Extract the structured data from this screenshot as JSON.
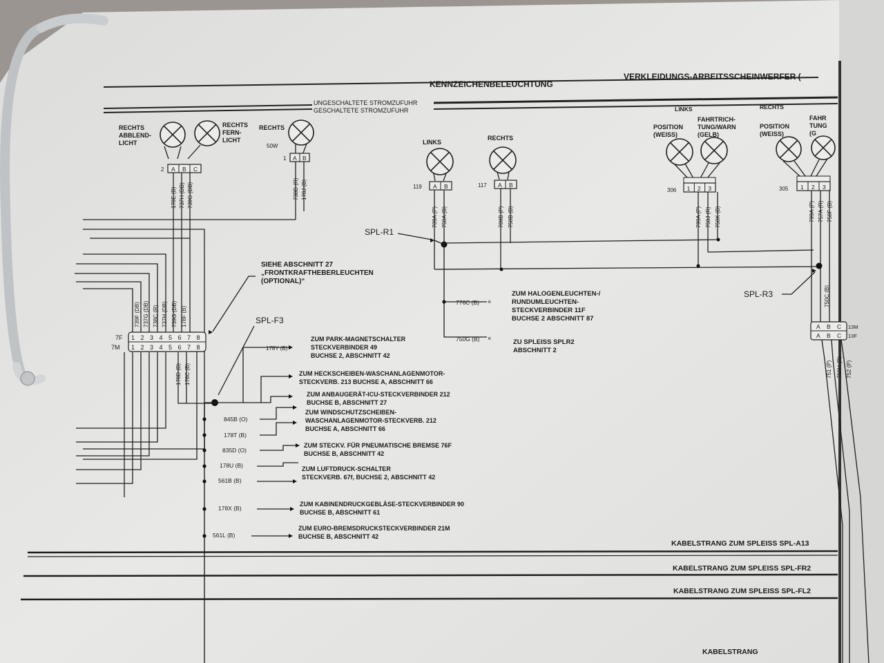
{
  "headers": {
    "center": "KENNZEICHENBELEUCHTUNG",
    "right": "VERKLEIDUNGS-ARBEITSSCHEINWERFER (",
    "supply_unswitched": "UNGESCHALTETE STROMZUFUHR",
    "supply_switched": "GESCHALTETE STROMZUFUHR"
  },
  "headlamps": {
    "low_beam": [
      "RECHTS",
      "ABBLEND-",
      "LICHT"
    ],
    "high_beam": [
      "RECHTS",
      "FERN-",
      "LICHT"
    ],
    "right": "RECHTS",
    "watt": "50W",
    "conn2_num": "2",
    "conn1_num": "1",
    "wires_abc": [
      "178E (B)",
      "737H (DB)",
      "739G (DB)"
    ],
    "wires_ab": [
      "738D (R)",
      "178J (B)"
    ]
  },
  "plate_lamps": {
    "left": "LINKS",
    "right": "RECHTS",
    "left_num": "119",
    "right_num": "117",
    "left_wires": [
      "709A (P)",
      "750A (B)"
    ],
    "right_wires": [
      "709B (P)",
      "750B (B)"
    ]
  },
  "work_lamps": {
    "links": "LINKS",
    "rechts": "RECHTS",
    "pos_left": [
      "POSITION",
      "(WEISS)"
    ],
    "turn_left": [
      "FAHRTRICH-",
      "TUNG/WARN",
      "(GELB)"
    ],
    "pos_right": [
      "POSITION",
      "(WEISS)"
    ],
    "turn_right": [
      "FAHR",
      "TUNG",
      "(G"
    ],
    "conn306": "306",
    "conn305": "305",
    "wires306": [
      "799A (P)",
      "750J (R)",
      "750K (B)"
    ],
    "wires305": [
      "799A (P)",
      "757A (R)",
      "750F (B)"
    ]
  },
  "pins": [
    "1",
    "2",
    "3",
    "4",
    "5",
    "6",
    "7",
    "8"
  ],
  "abc": [
    "A",
    "B",
    "C"
  ],
  "ab": [
    "A",
    "B"
  ],
  "n123": [
    "1",
    "2",
    "3"
  ],
  "connector_7f": "7F",
  "connector_7m": "7M",
  "conn_13m": "13M",
  "conn_13f": "13F",
  "conn7_wires": [
    "739F (DB)",
    "737G (DB)",
    "738C (R)",
    "737H (DB)",
    "739G (DB)",
    "178F (B)"
  ],
  "conn7_lower_wires": [
    "178D (B)",
    "178C (B)"
  ],
  "see_note": [
    "SIEHE ABSCHNITT 27",
    "„FRONTKRAFTHEBERLEUCHTEN",
    "(OPTIONAL)“"
  ],
  "splices": {
    "r1": "SPL-R1",
    "f3": "SPL-F3",
    "r3": "SPL-R3"
  },
  "r_branch": [
    {
      "wire": "776C (B)",
      "lines": [
        "ZUM HALOGENLEUCHTEN-/",
        "RUNDUMLEUCHTEN-",
        "STECKVERBINDER 11F",
        "BUCHSE 2 ABSCHNITT 87"
      ]
    },
    {
      "wire": "750G (B)",
      "lines": [
        "ZU SPLEISS SPLR2",
        "ABSCHNITT 2"
      ]
    }
  ],
  "f3_branches": [
    {
      "wire": "178Y (B)",
      "lines": [
        "ZUM PARK-MAGNETSCHALTER",
        "STECKVERBINDER 49",
        "BUCHSE 2, ABSCHNITT 42"
      ]
    },
    {
      "wire": "",
      "lines": [
        "ZUM HECKSCHEIBEN-WASCHANLAGENMOTOR-",
        "STECKVERB. 213 BUCHSE A, ABSCHNITT 66"
      ]
    },
    {
      "wire": "",
      "lines": [
        "ZUM ANBAUGERÄT-ICU-STECKVERBINDER 212",
        "BUCHSE B, ABSCHNITT 27"
      ]
    },
    {
      "wire": "845B (O)",
      "lines": []
    },
    {
      "wire": "178T (B)",
      "lines": [
        "ZUM WINDSCHUTZSCHEIBEN-",
        "WASCHANLAGENMOTOR-STECKVERB. 212",
        "BUCHSE A, ABSCHNITT 66"
      ]
    },
    {
      "wire": "835D (O)",
      "lines": [
        "ZUM STECKV. FÜR PNEUMATISCHE BREMSE 76F",
        "BUCHSE B, ABSCHNITT 42"
      ]
    },
    {
      "wire": "178U (B)",
      "lines": []
    },
    {
      "wire": "561B (B)",
      "lines": [
        "ZUM LUFTDRUCK-SCHALTER",
        "STECKVERB. 67f, BUCHSE 2,  ABSCHNITT 42"
      ]
    },
    {
      "wire": "178X (B)",
      "lines": [
        "ZUM KABINENDRUCKGEBLÄSE-STECKVERBINDER 90",
        "BUCHSE B, ABSCHNITT 61"
      ]
    },
    {
      "wire": "561L (B)",
      "lines": [
        "ZUM EURO-BREMSDRUCKSTECKVERBINDER 21M",
        "BUCHSE B, ABSCHNITT 42"
      ]
    }
  ],
  "r3_wires": [
    "750C (B)"
  ],
  "r3_lower_wires": [
    "751 (P)",
    "750H (B)",
    "752 (P)"
  ],
  "harness": [
    "KABELSTRANG ZUM SPLEISS SPL-A13",
    "KABELSTRANG ZUM SPLEISS SPL-FR2",
    "KABELSTRANG ZUM SPLEISS SPL-FL2",
    "KABELSTRANG"
  ]
}
